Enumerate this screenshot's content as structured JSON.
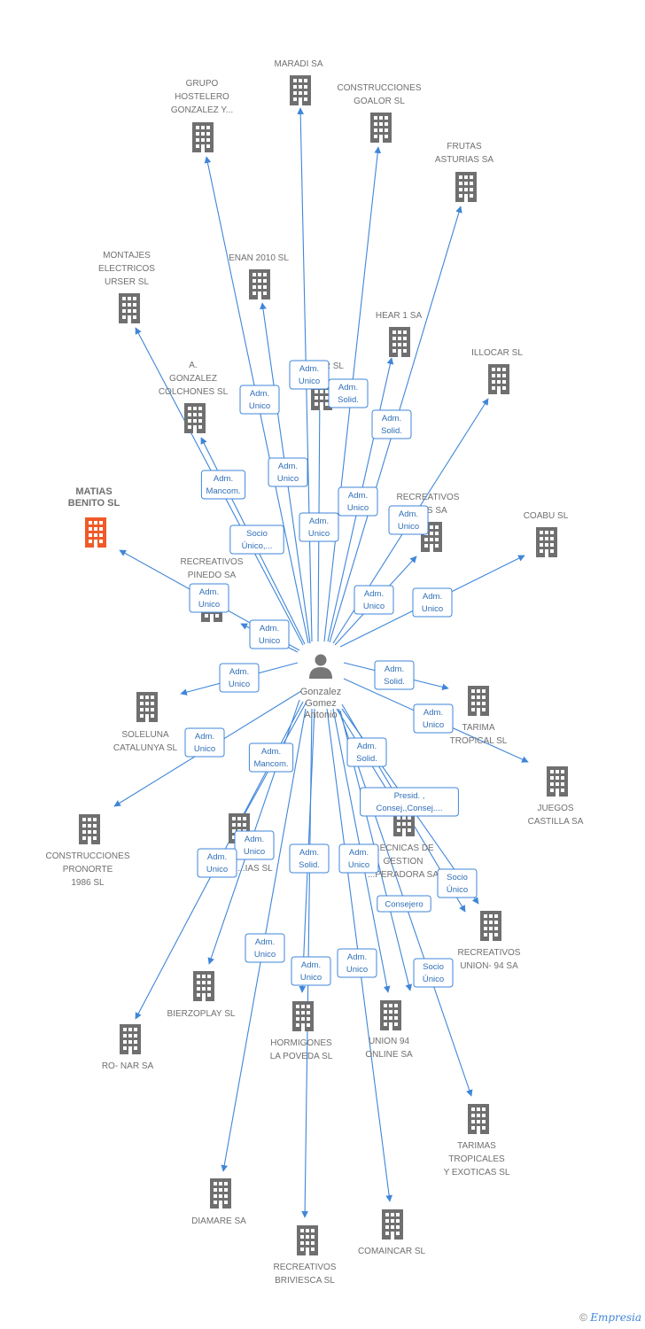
{
  "colors": {
    "edge": "#3f86d8",
    "building": "#6f6f6f",
    "highlight": "#f05a28",
    "person": "#777777"
  },
  "center": {
    "label": [
      "Gonzalez",
      "Gomez",
      "Antonio"
    ],
    "icon": "person-icon"
  },
  "companies": [
    {
      "id": "maradi",
      "label": [
        "MARADI SA"
      ]
    },
    {
      "id": "grupo-hostelero",
      "label": [
        "GRUPO",
        "HOSTELERO",
        "GONZALEZ Y..."
      ]
    },
    {
      "id": "goalor",
      "label": [
        "CONSTRUCCIONES",
        "GOALOR SL"
      ]
    },
    {
      "id": "frutas",
      "label": [
        "FRUTAS",
        "ASTURIAS SA"
      ]
    },
    {
      "id": "montajes",
      "label": [
        "MONTAJES",
        "ELECTRICOS",
        "URSER SL"
      ]
    },
    {
      "id": "enan",
      "label": [
        "ENAN 2010 SL"
      ]
    },
    {
      "id": "hear1",
      "label": [
        "HEAR 1 SA"
      ]
    },
    {
      "id": "illocar",
      "label": [
        "ILLOCAR SL"
      ]
    },
    {
      "id": "colchones",
      "label": [
        "A.",
        "GONZALEZ",
        "COLCHONES SL"
      ]
    },
    {
      "id": "sxxxar",
      "label": [
        "S...AR SL"
      ]
    },
    {
      "id": "matias",
      "label": [
        "MATIAS",
        "BENITO SL"
      ],
      "highlight": true
    },
    {
      "id": "recreativos-les",
      "label": [
        "RECREATIVOS",
        "...LES SA"
      ]
    },
    {
      "id": "coabu",
      "label": [
        "COABU SL"
      ]
    },
    {
      "id": "pinedo",
      "label": [
        "RECREATIVOS",
        "PINEDO SA"
      ]
    },
    {
      "id": "soleluna",
      "label": [
        "SOLELUNA",
        "CATALUNYA SL"
      ]
    },
    {
      "id": "tarima",
      "label": [
        "TARIMA",
        "TROPICAL SL"
      ]
    },
    {
      "id": "juegos",
      "label": [
        "JUEGOS",
        "CASTILLA SA"
      ]
    },
    {
      "id": "pronorte",
      "label": [
        "CONSTRUCCIONES",
        "PRONORTE",
        "1986  SL"
      ]
    },
    {
      "id": "xxxias",
      "label": [
        "...IAS  SL"
      ]
    },
    {
      "id": "tecnicas",
      "label": [
        "...ECNICAS DE",
        "GESTION",
        "...PERADORA SA"
      ]
    },
    {
      "id": "union94",
      "label": [
        "RECREATIVOS",
        "UNION- 94 SA"
      ]
    },
    {
      "id": "bierzoplay",
      "label": [
        "BIERZOPLAY  SL"
      ]
    },
    {
      "id": "ronar",
      "label": [
        "RO- NAR SA"
      ]
    },
    {
      "id": "hormigones",
      "label": [
        "HORMIGONES",
        "LA POVEDA SL"
      ]
    },
    {
      "id": "union94online",
      "label": [
        "UNION 94",
        "ONLINE SA"
      ]
    },
    {
      "id": "tarimas-exoticas",
      "label": [
        "TARIMAS",
        "TROPICALES",
        "Y EXOTICAS SL"
      ]
    },
    {
      "id": "diamare",
      "label": [
        "DIAMARE SA"
      ]
    },
    {
      "id": "brivesca",
      "label": [
        "RECREATIVOS",
        "BRIVIESCA SL"
      ]
    },
    {
      "id": "comaincar",
      "label": [
        "COMAINCAR  SL"
      ]
    }
  ],
  "relations": [
    {
      "to": "maradi",
      "label": [
        "Adm.",
        "Unico"
      ]
    },
    {
      "to": "grupo-hostelero",
      "label": [
        "Adm.",
        "Unico"
      ]
    },
    {
      "to": "goalor",
      "label": [
        "Adm.",
        "Solid."
      ]
    },
    {
      "to": "frutas",
      "label": [
        "Adm.",
        "Solid."
      ]
    },
    {
      "to": "montajes",
      "label": [
        "Socio",
        "Único,..."
      ]
    },
    {
      "to": "enan",
      "label": [
        "Adm.",
        "Unico"
      ]
    },
    {
      "to": "hear1",
      "label": [
        "Adm.",
        "Unico"
      ]
    },
    {
      "to": "illocar",
      "label": [
        "Adm.",
        "Unico"
      ]
    },
    {
      "to": "colchones",
      "label": [
        "Adm.",
        "Mancom."
      ]
    },
    {
      "to": "sxxxar",
      "label": [
        "Adm.",
        "Unico"
      ]
    },
    {
      "to": "matias",
      "label": [
        "Adm.",
        "Unico"
      ]
    },
    {
      "to": "recreativos-les",
      "label": [
        "Adm.",
        "Unico"
      ]
    },
    {
      "to": "coabu",
      "label": [
        "Adm.",
        "Unico"
      ]
    },
    {
      "to": "pinedo",
      "label": [
        "Adm.",
        "Unico"
      ]
    },
    {
      "to": "soleluna",
      "label": [
        "Adm.",
        "Unico"
      ]
    },
    {
      "to": "tarima",
      "label": [
        "Adm.",
        "Solid."
      ]
    },
    {
      "to": "juegos",
      "label": [
        "Adm.",
        "Unico"
      ]
    },
    {
      "to": "pronorte",
      "label": [
        "Adm.",
        "Unico"
      ]
    },
    {
      "to": "xxxias",
      "label": [
        "Adm.",
        "Mancom."
      ]
    },
    {
      "to": "tecnicas",
      "label": [
        "Adm.",
        "Solid."
      ]
    },
    {
      "to": "union94",
      "label": [
        "Presid. ,",
        "Consej.,Consej...."
      ]
    },
    {
      "to": "bierzoplay",
      "label": [
        "Adm.",
        "Unico"
      ]
    },
    {
      "to": "ronar",
      "label": [
        "Adm.",
        "Unico"
      ]
    },
    {
      "to": "hormigones",
      "label": [
        "Adm.",
        "Solid."
      ]
    },
    {
      "to": "union94online",
      "label": [
        "Adm.",
        "Unico"
      ]
    },
    {
      "to": "tarimas-exoticas",
      "label": [
        "Socio",
        "Único"
      ]
    },
    {
      "to": "diamare",
      "label": [
        "Adm.",
        "Unico"
      ]
    },
    {
      "to": "brivesca",
      "label": [
        "Adm.",
        "Unico"
      ]
    },
    {
      "to": "comaincar",
      "label": [
        "Adm.",
        "Unico"
      ]
    },
    {
      "to": "union94",
      "label": [
        "Socio",
        "Único"
      ]
    },
    {
      "to": "tecnicas",
      "label": [
        "Consejero"
      ]
    }
  ],
  "footer": {
    "copyright": "©",
    "brand": "Empresia"
  }
}
